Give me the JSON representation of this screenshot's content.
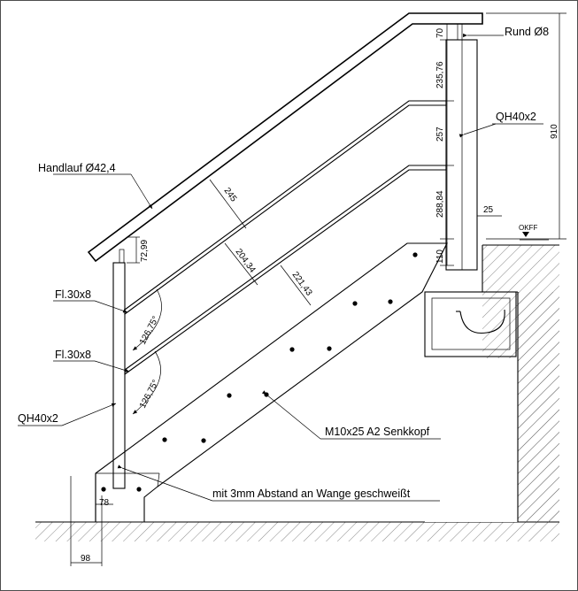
{
  "labels": {
    "rund": "Rund Ø8",
    "handlauf": "Handlauf Ø42,4",
    "qh_right": "QH40x2",
    "qh_left": "QH40x2",
    "fl_upper": "Fl.30x8",
    "fl_lower": "Fl.30x8",
    "screw": "M10x25 A2 Senkkopf",
    "weld": "mit 3mm Abstand an Wange geschweißt",
    "okff": "OKFF"
  },
  "dimensions": {
    "d70": "70",
    "d235": "235,76",
    "d257": "257",
    "d288": "288,84",
    "d110": "110",
    "d910": "910",
    "d25": "25",
    "d245": "245",
    "d204": "204,34",
    "d221": "221,43",
    "d72": "72,99",
    "angle_upper": "126,75°",
    "angle_lower": "126,75°",
    "d78": "78",
    "d98": "98"
  }
}
